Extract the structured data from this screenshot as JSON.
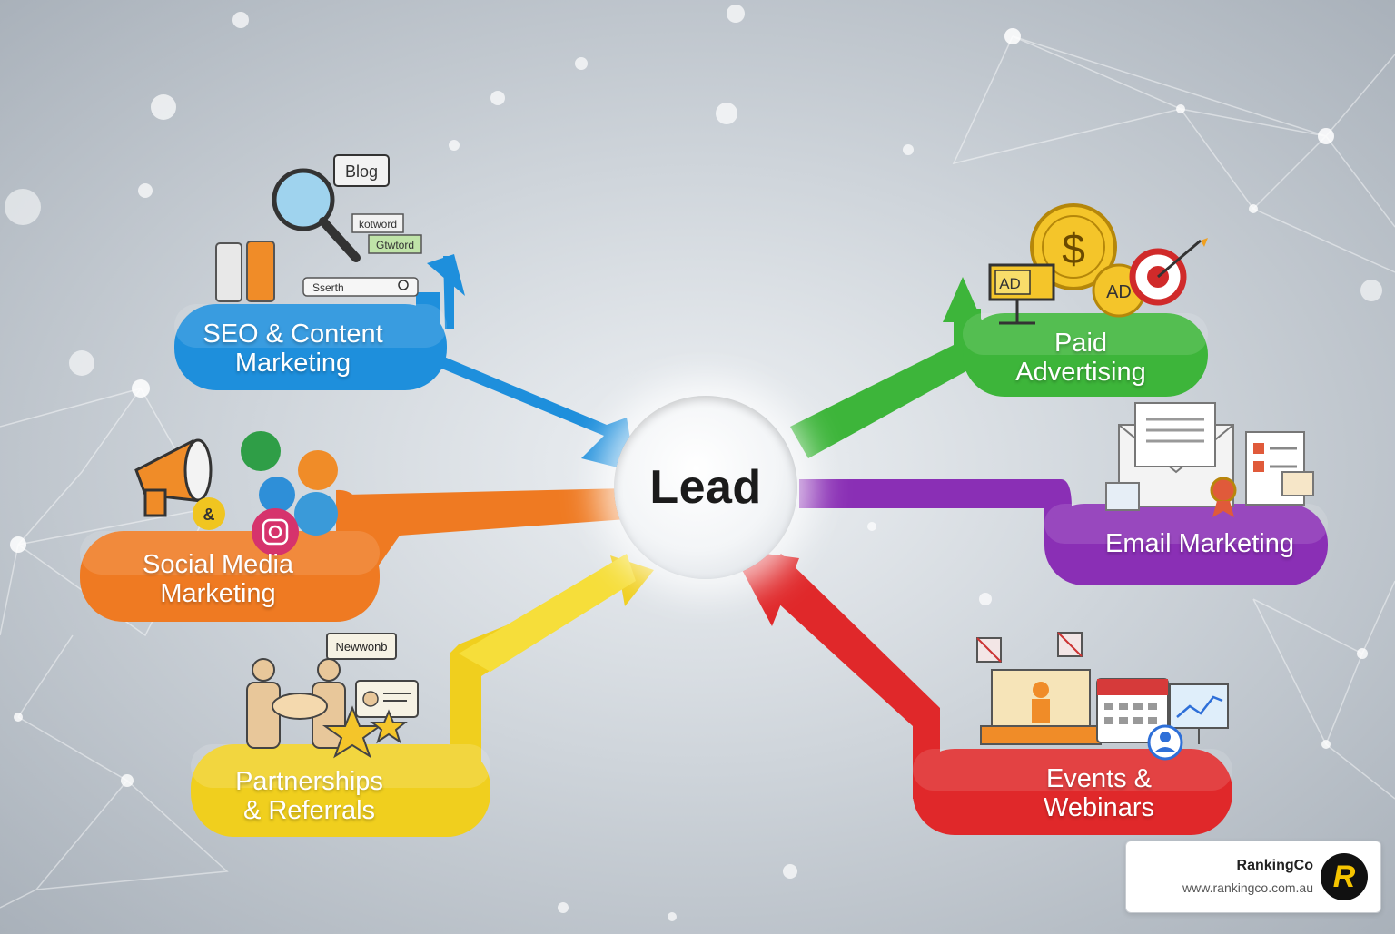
{
  "center": {
    "label": "Lead"
  },
  "channels": [
    {
      "id": "seo",
      "label_line1": "SEO & Content",
      "label_line2": "Marketing",
      "color": "#1e8fdc"
    },
    {
      "id": "social",
      "label_line1": "Social Media",
      "label_line2": "Marketing",
      "color": "#ef7a22"
    },
    {
      "id": "partners",
      "label_line1": "Partnerships",
      "label_line2": "& Referrals",
      "color": "#f0cf1e"
    },
    {
      "id": "paid",
      "label_line1": "Paid",
      "label_line2": "Advertising",
      "color": "#3db53a"
    },
    {
      "id": "email",
      "label_line1": "Email Marketing",
      "label_line2": "",
      "color": "#8a2fb5"
    },
    {
      "id": "events",
      "label_line1": "Events &",
      "label_line2": "Webinars",
      "color": "#e0282a"
    }
  ],
  "icon_texts": {
    "blog": "Blog",
    "keyword": "kotword",
    "keyword2": "Gtwtord",
    "search": "Sserth",
    "ad1": "AD",
    "ad2": "AD",
    "dollar": "$",
    "network": "Newwonb"
  },
  "brand": {
    "name": "RankingCo",
    "url": "www.rankingco.com.au",
    "logo_letter": "R",
    "logo_color": "#f5c400"
  }
}
